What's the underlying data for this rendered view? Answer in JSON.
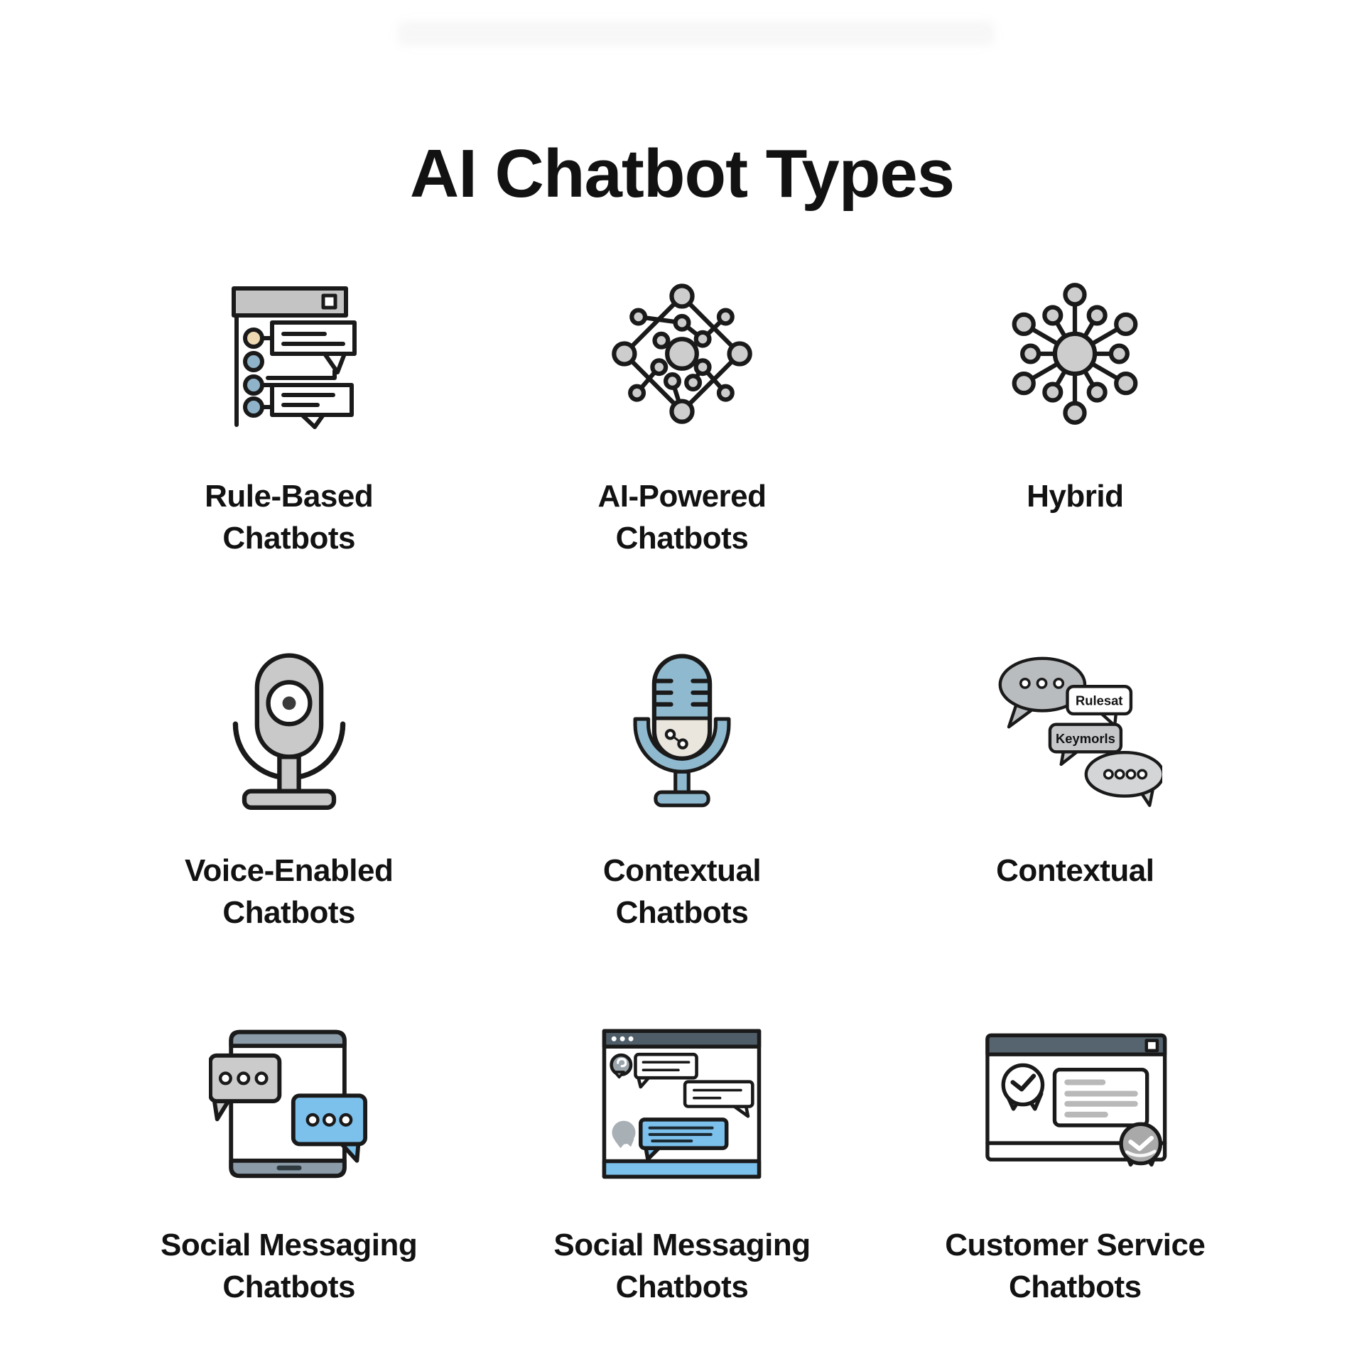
{
  "title": "AI Chatbot Types",
  "colors": {
    "text": "#121212",
    "outline": "#1a1a1a",
    "node_gray": "#cdcdcd",
    "titlebar_gray": "#c4c4c4",
    "slate_dark": "#54636f",
    "tablet_bar": "#8b9ba7",
    "accent_blue": "#7cc0ec",
    "mic_blue": "#8fb9ce",
    "circle_tan": "#eed9b2",
    "circle_blue": "#8fb3c8",
    "bubble_gray": "#c9c9c9"
  },
  "grid": {
    "cells": [
      {
        "id": "rule-based",
        "icon": "rule-based-chat-window-icon",
        "label_line1": "Rule-Based",
        "label_line2": "Chatbots"
      },
      {
        "id": "ai-powered",
        "icon": "neural-network-icon",
        "label_line1": "AI-Powered",
        "label_line2": "Chatbots"
      },
      {
        "id": "hybrid",
        "icon": "hub-and-spoke-icon",
        "label_line1": "Hybrid",
        "label_line2": ""
      },
      {
        "id": "voice-enabled",
        "icon": "webcam-icon",
        "label_line1": "Voice-Enabled",
        "label_line2": "Chatbots"
      },
      {
        "id": "contextual-chatbots",
        "icon": "microphone-icon",
        "label_line1": "Contextual",
        "label_line2": "Chatbots"
      },
      {
        "id": "contextual",
        "icon": "speech-bubbles-icon",
        "label_line1": "Contextual",
        "label_line2": "",
        "bubble_texts": {
          "first": "Rulesat",
          "second": "Keymorls"
        }
      },
      {
        "id": "social-messaging-tablet",
        "icon": "tablet-chat-icon",
        "label_line1": "Social Messaging",
        "label_line2": "Chatbots"
      },
      {
        "id": "social-messaging-browser",
        "icon": "browser-chat-icon",
        "label_line1": "Social Messaging",
        "label_line2": "Chatbots"
      },
      {
        "id": "customer-service",
        "icon": "support-window-icon",
        "label_line1": "Customer Service",
        "label_line2": "Chatbots"
      }
    ]
  }
}
